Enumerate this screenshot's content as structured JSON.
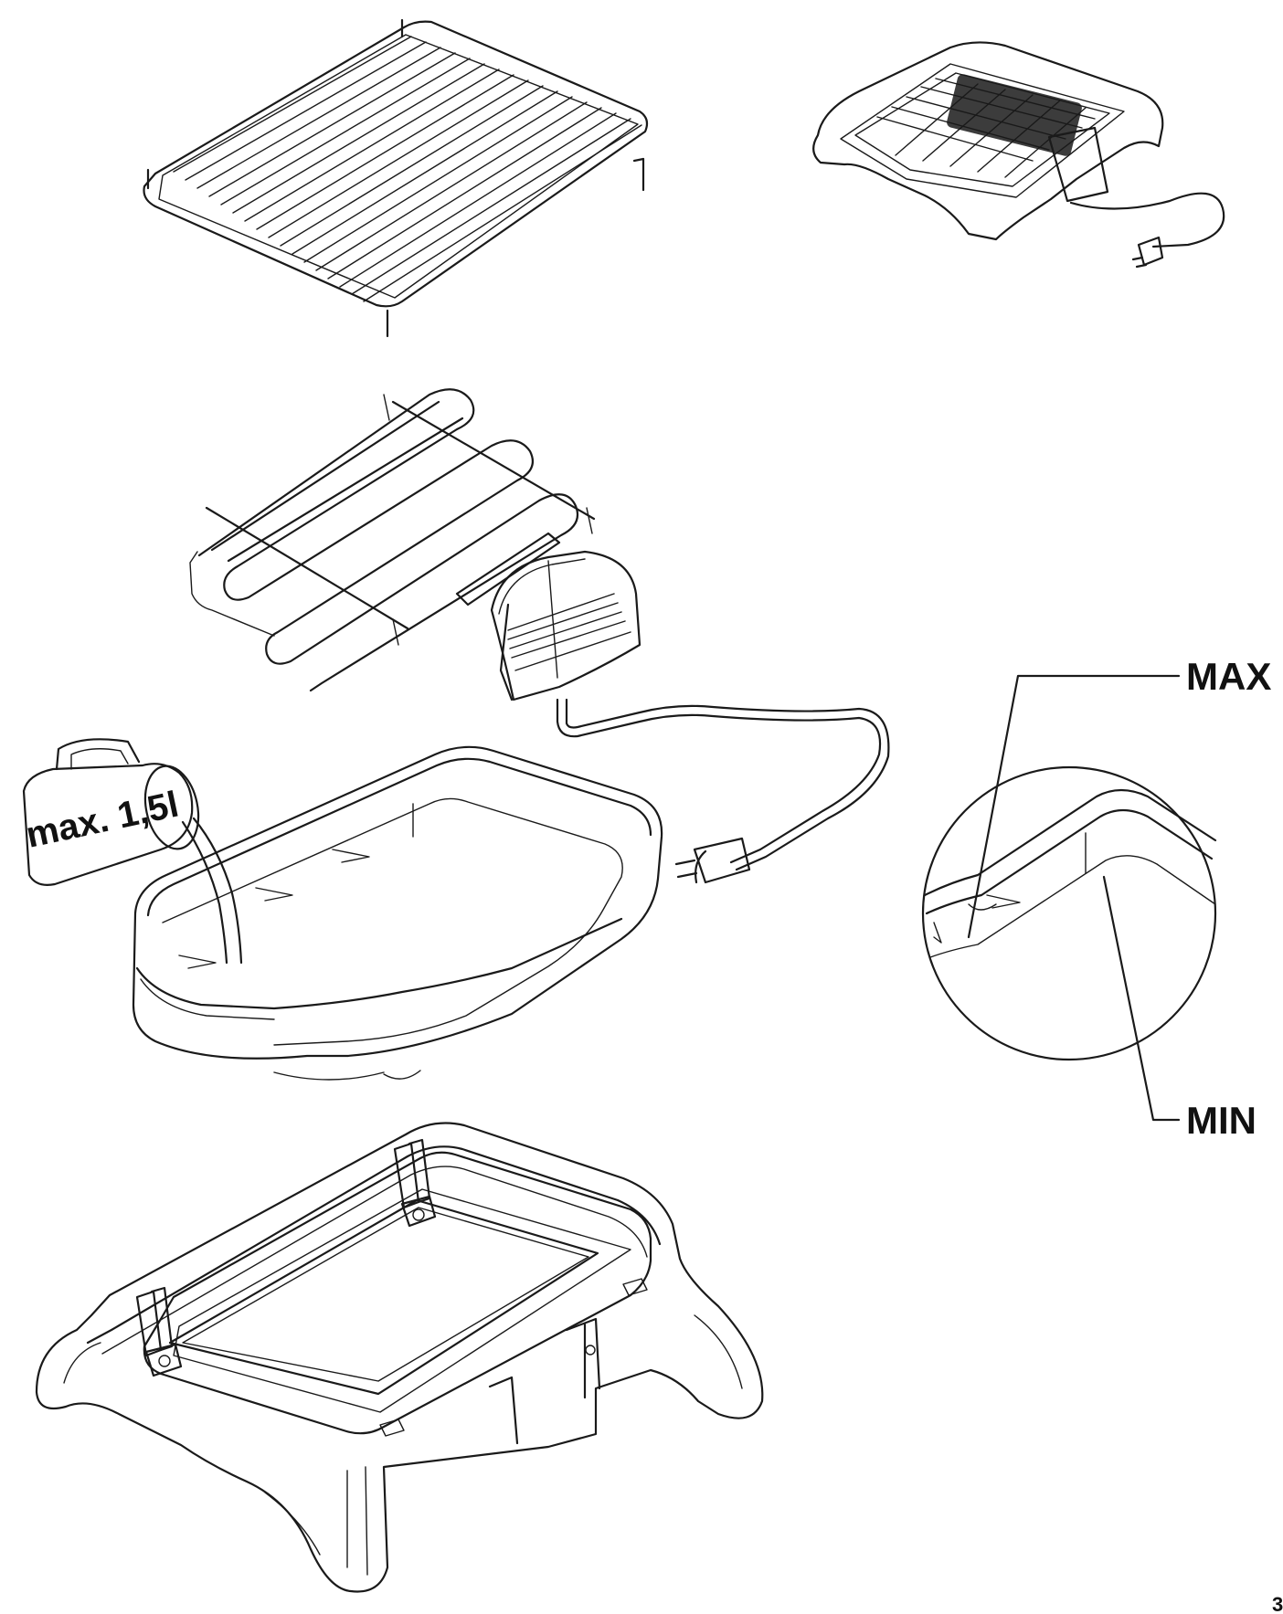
{
  "labels": {
    "max": "MAX",
    "min": "MIN",
    "jug_capacity": "max. 1,5l",
    "page_number": "3"
  },
  "parts": [
    "grill-rack",
    "assembled-grill",
    "heating-element",
    "control-unit",
    "power-plug",
    "water-reservoir",
    "measuring-jug",
    "fill-level-detail",
    "base-frame"
  ]
}
